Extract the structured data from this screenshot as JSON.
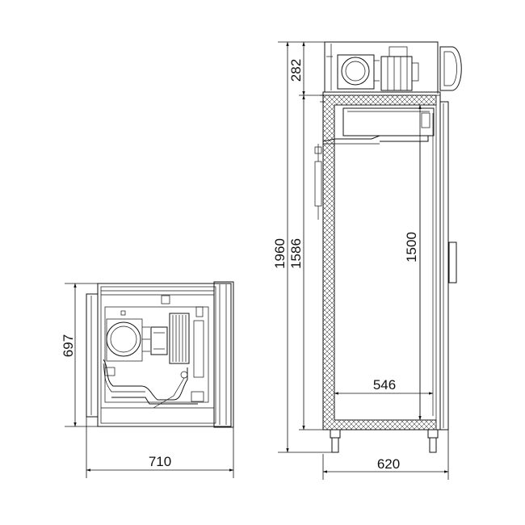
{
  "dimensions": {
    "height_total": "1960",
    "compressor_block_height": "282",
    "cabinet_height": "1586",
    "interior_height": "1500",
    "side_width": "697",
    "depth": "710",
    "interior_width": "546",
    "cabinet_width": "620"
  },
  "colors": {
    "line": "#111111",
    "background": "#ffffff"
  }
}
